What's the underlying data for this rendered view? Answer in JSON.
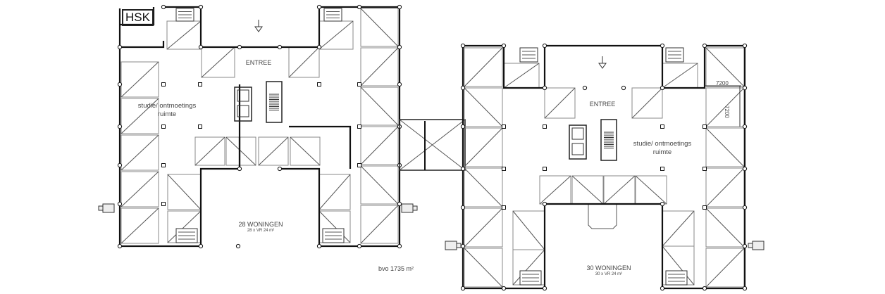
{
  "building_left": {
    "storage_label": "HSK",
    "entrance_label": "ENTREE",
    "common_room_label_1": "studie/ ontmoetings",
    "common_room_label_2": "ruimte",
    "units_label": "28 WONINGEN",
    "units_sub": "28 x VR 24 m²"
  },
  "building_right": {
    "entrance_label": "ENTREE",
    "common_room_label_1": "studie/ ontmoetings",
    "common_room_label_2": "ruimte",
    "units_label": "30 WONINGEN",
    "units_sub": "30 x VR 24 m²",
    "grid_dimension_h": "7200",
    "grid_dimension_v": "7200"
  },
  "total_area_label": "bvo 1735 m²"
}
